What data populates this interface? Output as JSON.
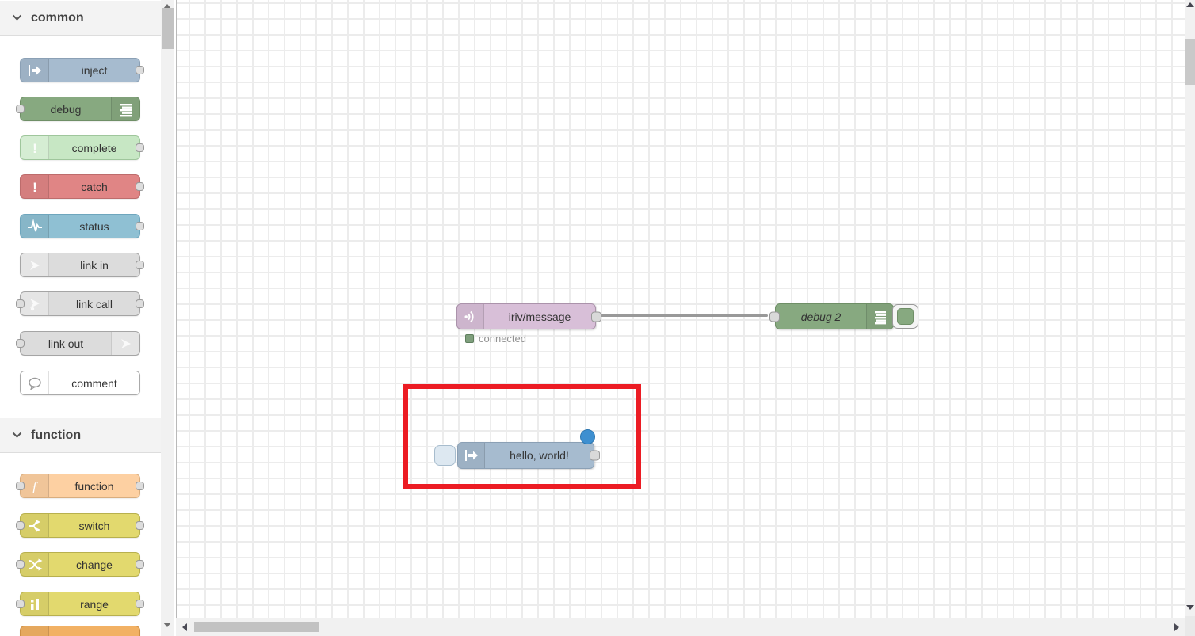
{
  "palette": {
    "categories": [
      {
        "label": "common",
        "items": [
          {
            "label": "inject",
            "color": "#a6bbcf",
            "icon": "inject-arrow-icon",
            "ports": "output"
          },
          {
            "label": "debug",
            "color": "#87a980",
            "icon": "debug-list-icon",
            "ports": "input"
          },
          {
            "label": "complete",
            "color": "#c7e7c4",
            "icon": "exclamation-icon",
            "ports": "output"
          },
          {
            "label": "catch",
            "color": "#e08585",
            "icon": "exclamation-icon",
            "ports": "output"
          },
          {
            "label": "status",
            "color": "#8fc0d3",
            "icon": "pulse-icon",
            "ports": "output"
          },
          {
            "label": "link in",
            "color": "#dcdcdc",
            "icon": "link-arrow-icon",
            "ports": "output"
          },
          {
            "label": "link call",
            "color": "#dcdcdc",
            "icon": "link-arrow-icon",
            "ports": "both"
          },
          {
            "label": "link out",
            "color": "#dcdcdc",
            "icon": "link-arrow-icon",
            "ports": "input"
          },
          {
            "label": "comment",
            "color": "#ffffff",
            "icon": "comment-bubble-icon",
            "ports": "none"
          }
        ]
      },
      {
        "label": "function",
        "items": [
          {
            "label": "function",
            "color": "#fdd0a2",
            "icon": "function-f-icon",
            "ports": "both"
          },
          {
            "label": "switch",
            "color": "#e2d96e",
            "icon": "switch-branch-icon",
            "ports": "both"
          },
          {
            "label": "change",
            "color": "#e2d96e",
            "icon": "change-swap-icon",
            "ports": "both"
          },
          {
            "label": "range",
            "color": "#e2d96e",
            "icon": "range-scale-icon",
            "ports": "both"
          },
          {
            "label": "",
            "color": "#f2b164",
            "note": "partially visible node clipped at bottom of palette"
          }
        ]
      }
    ]
  },
  "canvas": {
    "flow": {
      "nodes": [
        {
          "label": "iriv/message",
          "color": "#d8bfd8",
          "icon": "radio-waves-icon",
          "status": {
            "text": "connected",
            "dot_color": "#7f9f7d"
          }
        },
        {
          "label": "debug 2",
          "color": "#87a980",
          "icon": "debug-list-icon",
          "toggle_color": "#87a980"
        },
        {
          "label": "hello, world!",
          "color": "#a6bbcf",
          "icon": "inject-arrow-icon",
          "changed_dot_color": "#3e8fd0"
        }
      ],
      "wires": [
        {
          "from": "iriv/message",
          "to": "debug 2"
        }
      ]
    },
    "annotation": {
      "shape": "rectangle",
      "color": "#ec1c24"
    }
  },
  "colors": {
    "grid_line": "#ececec",
    "wire": "#999999",
    "category_header_bg": "#f3f3f3",
    "scrollbar_track": "#f1f1f1",
    "scrollbar_thumb": "#c2c2c2",
    "annotation_red": "#ec1c24"
  }
}
